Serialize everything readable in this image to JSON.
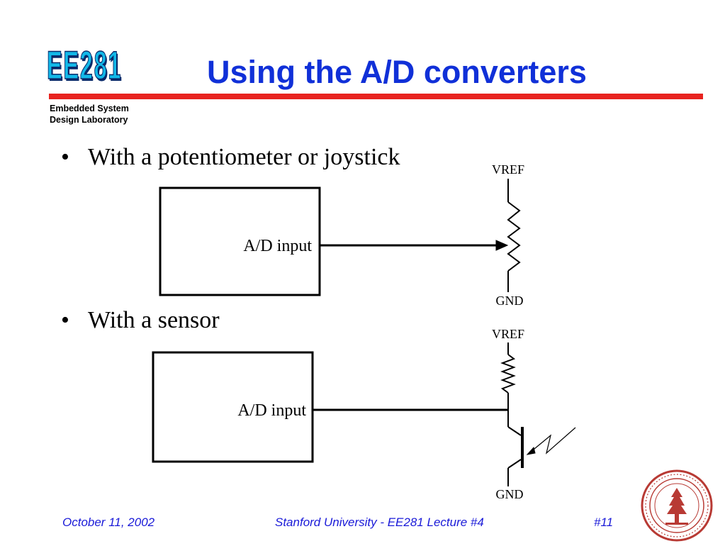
{
  "header": {
    "logo_text": "EE281",
    "lab_line1": "Embedded System",
    "lab_line2": "Design Laboratory",
    "title": "Using the A/D converters"
  },
  "bullets": [
    {
      "text": "With a potentiometer or joystick"
    },
    {
      "text": "With a sensor"
    }
  ],
  "diagram1": {
    "box_label": "A/D input",
    "top_label": "VREF",
    "bottom_label": "GND"
  },
  "diagram2": {
    "box_label": "A/D input",
    "top_label": "VREF",
    "bottom_label": "GND"
  },
  "footer": {
    "date": "October 11, 2002",
    "course": "Stanford University - EE281 Lecture #4",
    "slide_number": "#11"
  },
  "seal": {
    "name": "stanford-seal",
    "color": "#b83a34"
  },
  "colors": {
    "title": "#1030d8",
    "rule": "#e8231f",
    "footer": "#1a1ad8",
    "logo": "#12b8e8"
  }
}
